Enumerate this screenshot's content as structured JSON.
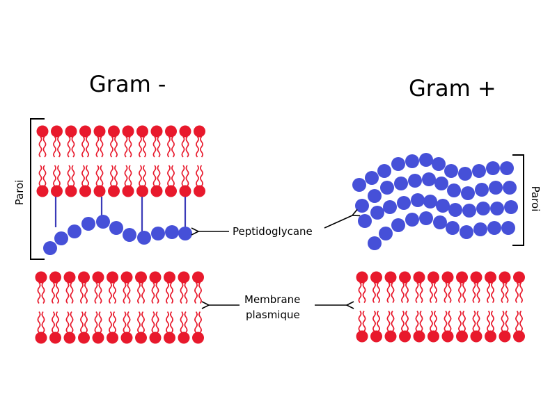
{
  "titles": {
    "gram_negative": "Gram -",
    "gram_positive": "Gram +"
  },
  "labels": {
    "paroi_left": "Paroi",
    "paroi_right": "Paroi",
    "peptidoglycane": "Peptidoglycane",
    "membrane_line1": "Membrane",
    "membrane_line2": "plasmique"
  },
  "colors": {
    "lipid_red": "#e8192c",
    "peptido_blue": "#4650d8",
    "link_blue": "#3a3ab8",
    "ink": "#000000"
  },
  "structure": {
    "gram_negative_outer_membrane_heads_per_leaflet": 12,
    "gram_negative_plasma_membrane_heads_per_leaflet": 12,
    "gram_positive_plasma_membrane_heads_per_leaflet": 12,
    "gram_negative_peptidoglycan_layers": 1,
    "gram_positive_peptidoglycan_layers": 4,
    "gram_negative_linkers": 4
  }
}
